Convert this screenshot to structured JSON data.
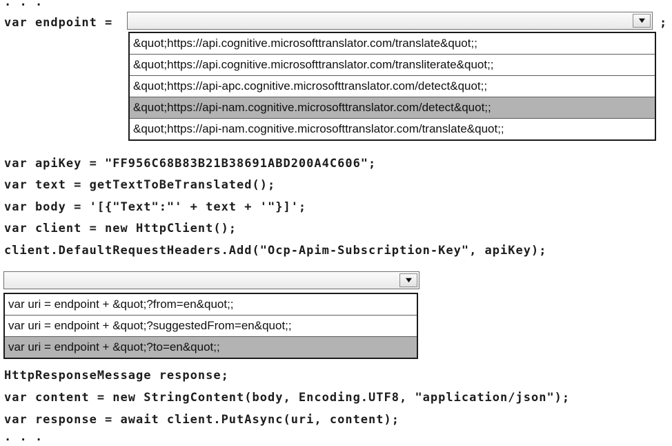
{
  "code": {
    "dots_top": ". . .",
    "endpoint_prefix": "var endpoint =",
    "endpoint_suffix": ";",
    "line_apikey": "var apiKey = \"FF956C68B83B21B38691ABD200A4C606\";",
    "line_text": "var text = getTextToBeTranslated();",
    "line_body": "var body = '[{\"Text\":\"' + text + '\"}]';",
    "line_client": "var client = new HttpClient();",
    "line_headers": "client.DefaultRequestHeaders.Add(\"Ocp-Apim-Subscription-Key\", apiKey);",
    "line_response_decl": "HttpResponseMessage response;",
    "line_content": "var content = new StringContent(body, Encoding.UTF8, \"application/json\");",
    "line_putasync": "var response = await client.PutAsync(uri, content);",
    "dots_bottom": ". . ."
  },
  "endpoint_dropdown": {
    "value": "",
    "selected_index": 3,
    "options": [
      "&quot;https://api.cognitive.microsofttranslator.com/translate&quot;;",
      "&quot;https://api.cognitive.microsofttranslator.com/transliterate&quot;;",
      "&quot;https://api-apc.cognitive.microsofttranslator.com/detect&quot;;",
      "&quot;https://api-nam.cognitive.microsofttranslator.com/detect&quot;;",
      "&quot;https://api-nam.cognitive.microsofttranslator.com/translate&quot;;"
    ]
  },
  "uri_dropdown": {
    "value": "",
    "selected_index": 2,
    "options": [
      "var uri = endpoint + &quot;?from=en&quot;;",
      "var uri = endpoint + &quot;?suggestedFrom=en&quot;;",
      "var uri = endpoint + &quot;?to=en&quot;;"
    ]
  }
}
